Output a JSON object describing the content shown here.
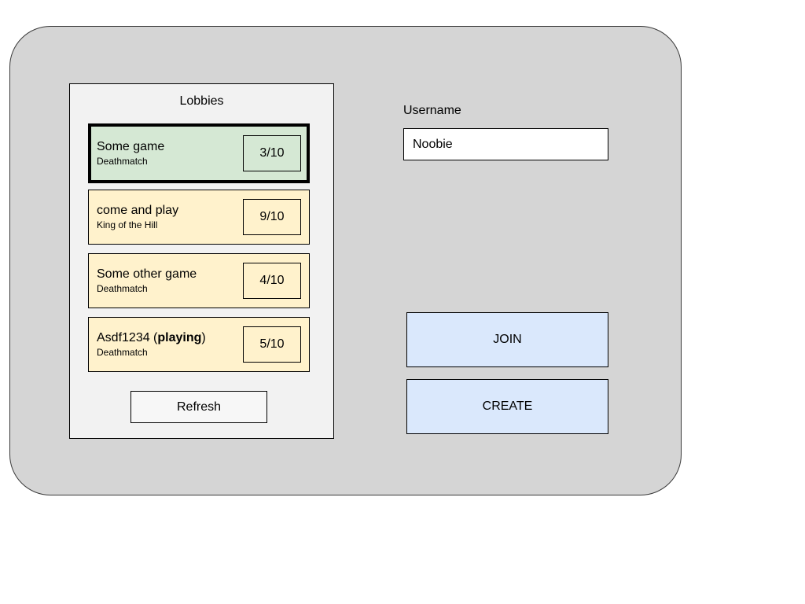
{
  "shell": {
    "background_color": "#d5d5d5",
    "border_color": "#3a3a3a"
  },
  "lobbies_panel": {
    "title": "Lobbies",
    "background_color": "#f2f2f2",
    "selected_color": "#d5e8d4",
    "item_color": "#fff2cc",
    "items": [
      {
        "name": "Some game",
        "name_prefix": "Some game",
        "name_bold": "",
        "name_suffix": "",
        "mode": "Deathmatch",
        "count": "3/10",
        "selected": true
      },
      {
        "name": "come and play",
        "name_prefix": "come and play",
        "name_bold": "",
        "name_suffix": "",
        "mode": "King of the Hill",
        "count": "9/10",
        "selected": false
      },
      {
        "name": "Some other game",
        "name_prefix": "Some other game",
        "name_bold": "",
        "name_suffix": "",
        "mode": "Deathmatch",
        "count": "4/10",
        "selected": false
      },
      {
        "name": "Asdf1234 (playing)",
        "name_prefix": "Asdf1234 (",
        "name_bold": "playing",
        "name_suffix": ")",
        "mode": "Deathmatch",
        "count": "5/10",
        "selected": false
      }
    ],
    "refresh_label": "Refresh"
  },
  "account": {
    "username_label": "Username",
    "username_value": "Noobie",
    "username_placeholder": "Username"
  },
  "actions": {
    "join_label": "JOIN",
    "create_label": "CREATE",
    "button_color": "#dae8fc"
  }
}
